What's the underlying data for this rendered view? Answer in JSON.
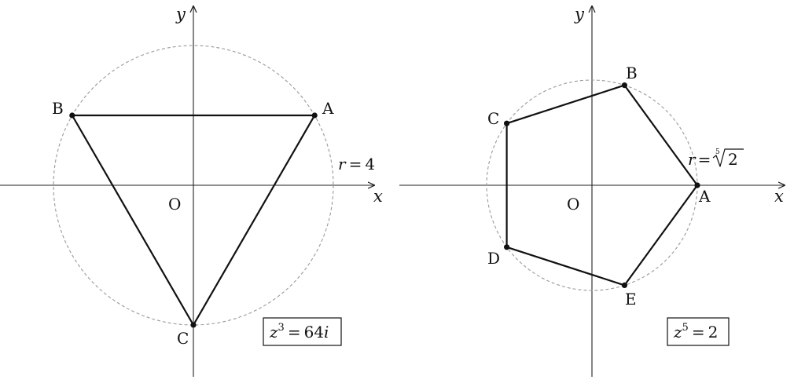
{
  "colors": {
    "ink": "#111111",
    "circle": "#9a9a9a",
    "axis": "#222222"
  },
  "left": {
    "axis_x": "x",
    "axis_y": "y",
    "origin": "O",
    "radius_label": {
      "var": "r",
      "eq": "=",
      "val": "4"
    },
    "equation": {
      "base": "z",
      "exp": "3",
      "eq": "=",
      "rhs": "64",
      "imag": "i"
    },
    "vertices": [
      {
        "label": "A",
        "angle_deg": 30
      },
      {
        "label": "B",
        "angle_deg": 150
      },
      {
        "label": "C",
        "angle_deg": 270
      }
    ]
  },
  "right": {
    "axis_x": "x",
    "axis_y": "y",
    "origin": "O",
    "radius_label": {
      "var": "r",
      "eq": "=",
      "root_index": "5",
      "radicand": "2"
    },
    "equation": {
      "base": "z",
      "exp": "5",
      "eq": "=",
      "rhs": "2"
    },
    "vertices": [
      {
        "label": "A",
        "angle_deg": 0
      },
      {
        "label": "B",
        "angle_deg": 72
      },
      {
        "label": "C",
        "angle_deg": 144
      },
      {
        "label": "D",
        "angle_deg": 216
      },
      {
        "label": "E",
        "angle_deg": 288
      }
    ]
  }
}
